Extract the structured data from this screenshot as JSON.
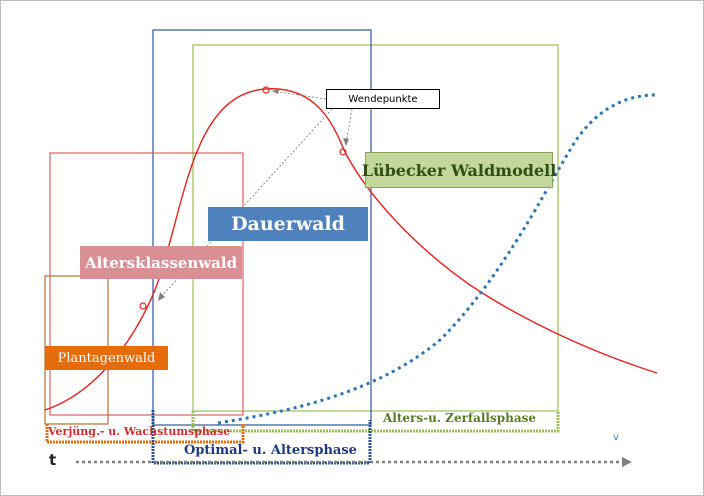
{
  "labels": {
    "luebeck": "Lübecker Waldmodell",
    "dauerwald": "Dauerwald",
    "altersklassenwald": "Altersklassenwald",
    "plantagenwald": "Plantagenwald",
    "wendepunkte": "Wendepunkte"
  },
  "phases": {
    "verjuengung": "Verjüng.- u. Wachstumsphase",
    "optimal": "Optimal- u. Altersphase",
    "zerfall": "Alters-u. Zerfallsphase"
  },
  "axis": {
    "time_label": "t"
  },
  "mark": "v",
  "colors": {
    "red": "#e32222",
    "blue_dotted": "#2e75b6",
    "green": "#9bbb59",
    "dark_blue": "#2f4f8f",
    "orange": "#c0683a"
  }
}
